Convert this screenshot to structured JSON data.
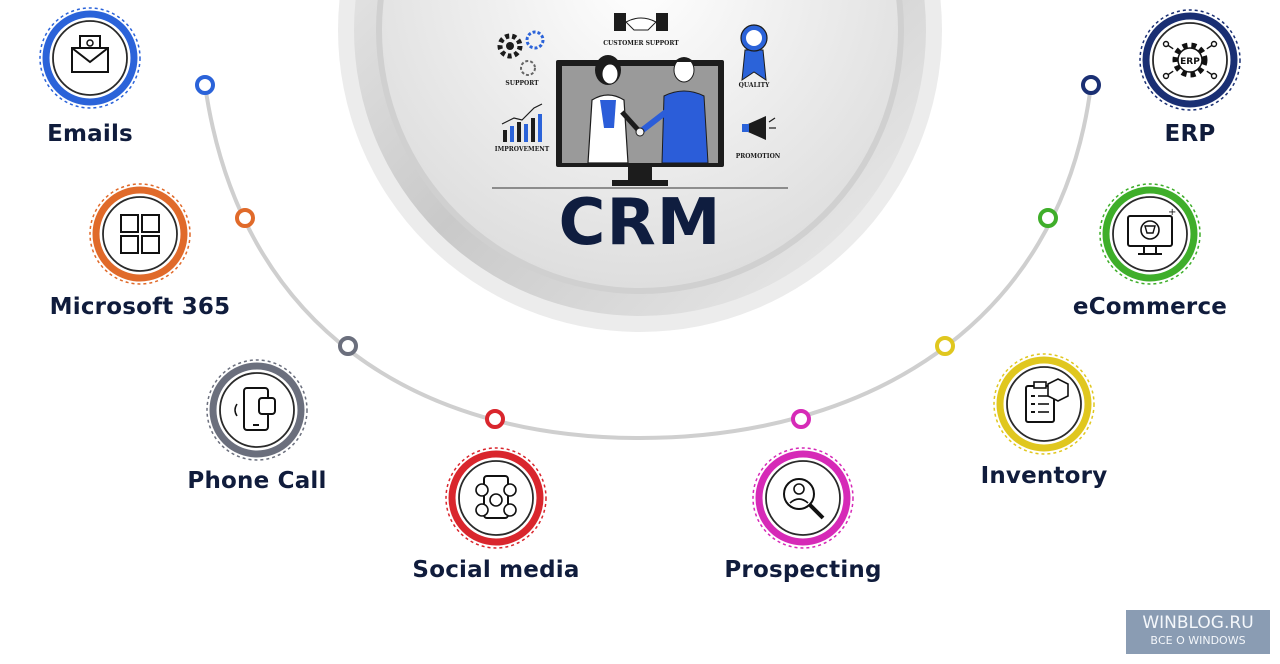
{
  "center": {
    "title": "CRM",
    "illustration_labels": {
      "customer_support": "CUSTOMER SUPPORT",
      "support": "SUPPORT",
      "quality": "QUALITY",
      "improvement": "IMPROVEMENT",
      "promotion": "PROMOTION"
    }
  },
  "integrations": [
    {
      "label": "Emails",
      "color": "#2b63d9",
      "icon": "envelope-icon"
    },
    {
      "label": "Microsoft 365",
      "color": "#e06a2a",
      "icon": "windows-icon"
    },
    {
      "label": "Phone Call",
      "color": "#6b6f7d",
      "icon": "phone-icon"
    },
    {
      "label": "Social media",
      "color": "#d9262d",
      "icon": "social-media-icon"
    },
    {
      "label": "Prospecting",
      "color": "#d62ab7",
      "icon": "magnifier-person-icon"
    },
    {
      "label": "Inventory",
      "color": "#e0c71f",
      "icon": "clipboard-box-icon"
    },
    {
      "label": "eCommerce",
      "color": "#3fae2a",
      "icon": "shopping-monitor-icon"
    },
    {
      "label": "ERP",
      "color": "#1a2f73",
      "icon": "erp-gear-icon"
    }
  ],
  "watermark": {
    "main": "WINBLOG.RU",
    "sub": "ВСЕ О WINDOWS"
  }
}
